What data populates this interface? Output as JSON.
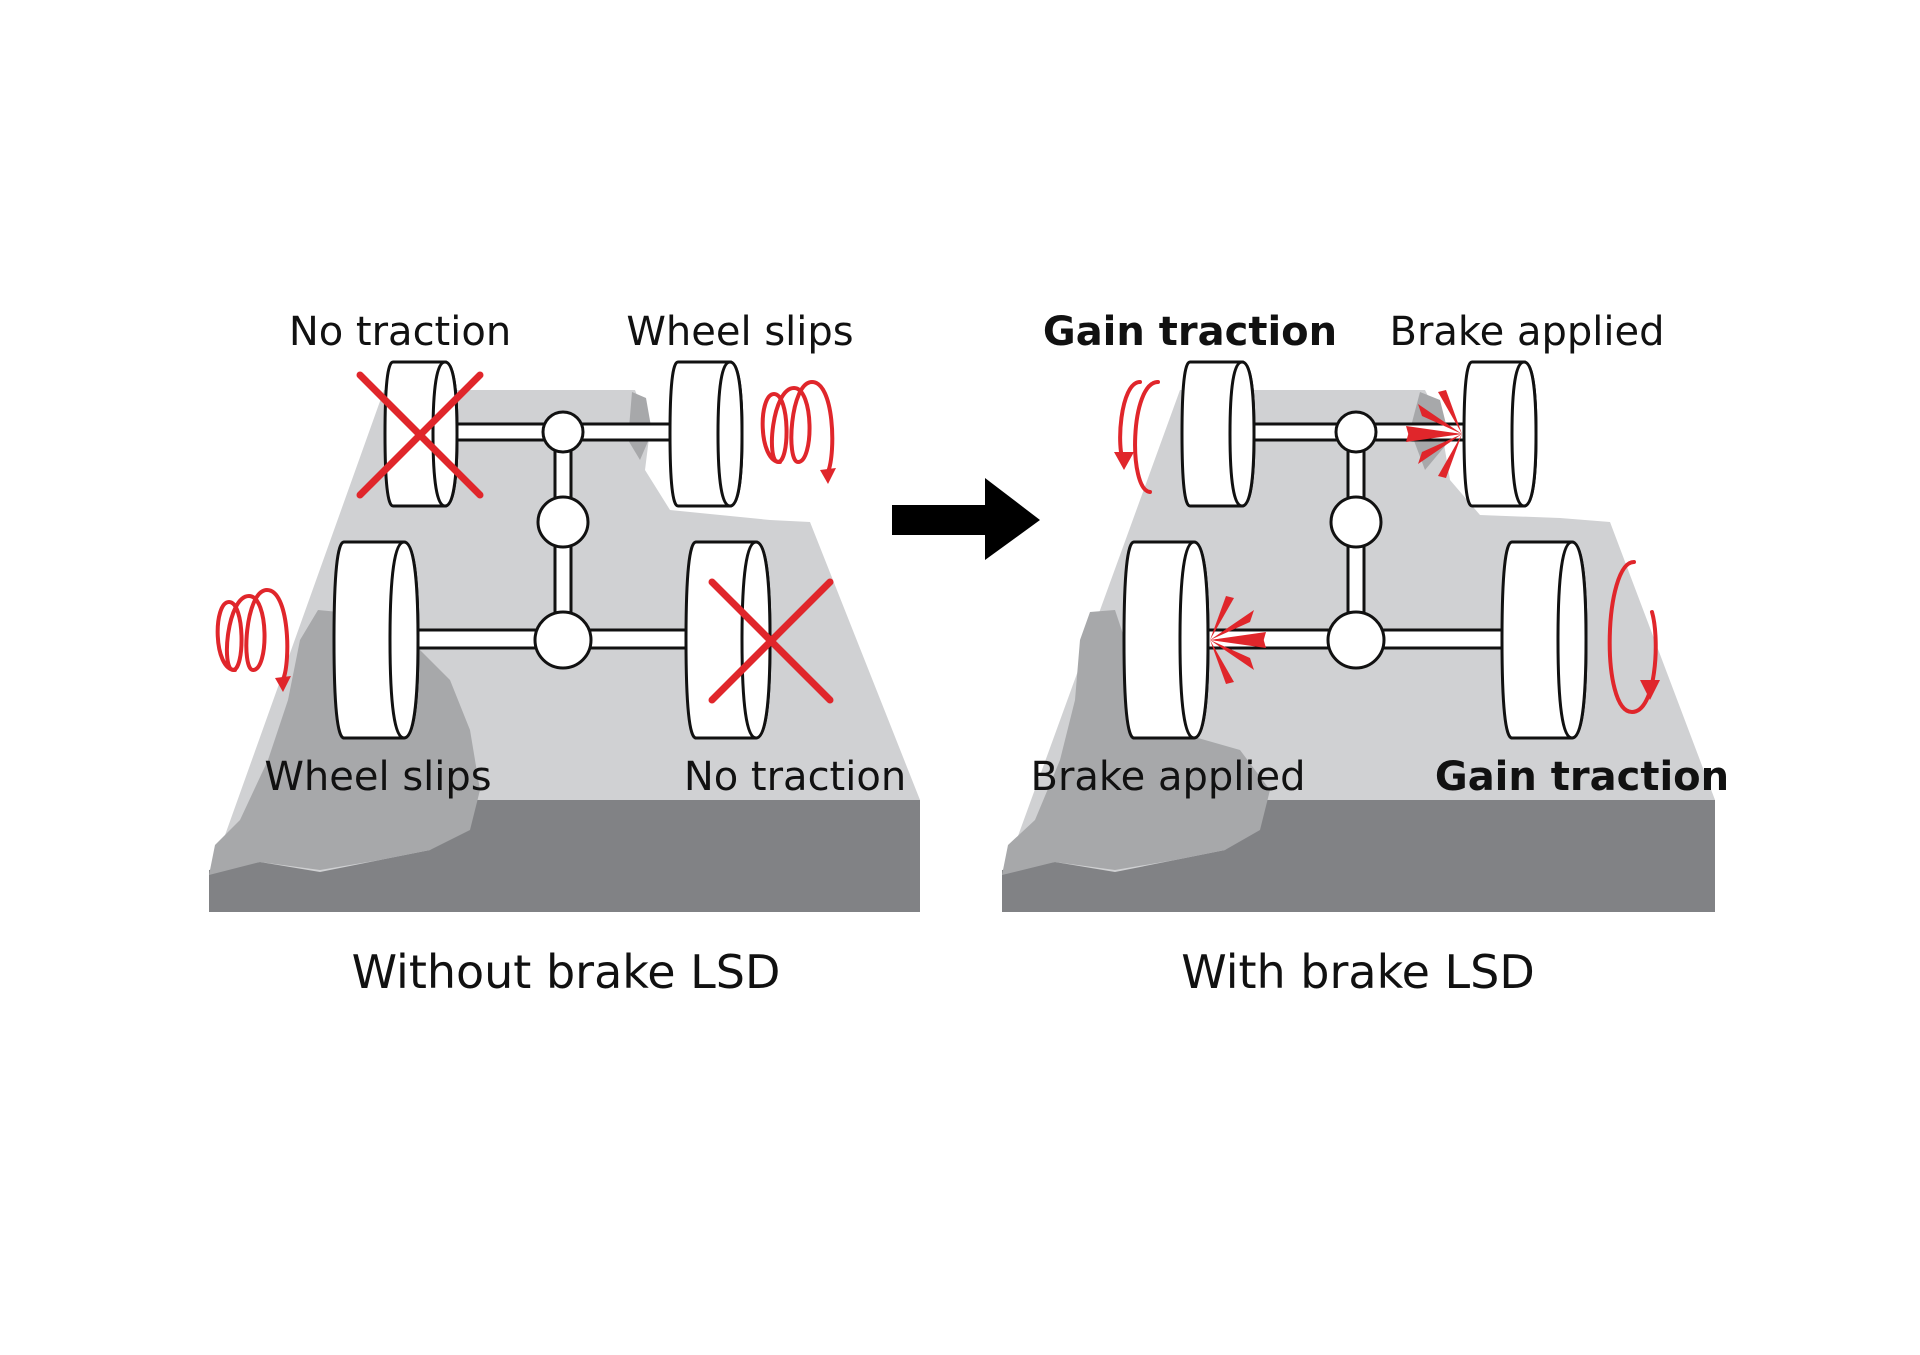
{
  "colors": {
    "ground_light": "#d0d1d3",
    "ground_mid": "#a7a8aa",
    "ground_dark": "#818285",
    "accent_red": "#e0262b",
    "outline": "#111111"
  },
  "arrow_icon": "right-arrow-icon",
  "left_panel": {
    "caption": "Without brake LSD",
    "label_front_left": "No traction",
    "label_front_right": "Wheel slips",
    "label_rear_left": "Wheel slips",
    "label_rear_right": "No traction"
  },
  "right_panel": {
    "caption": "With brake LSD",
    "label_front_left": "Gain traction",
    "label_front_right": "Brake applied",
    "label_rear_left": "Brake applied",
    "label_rear_right": "Gain traction"
  }
}
